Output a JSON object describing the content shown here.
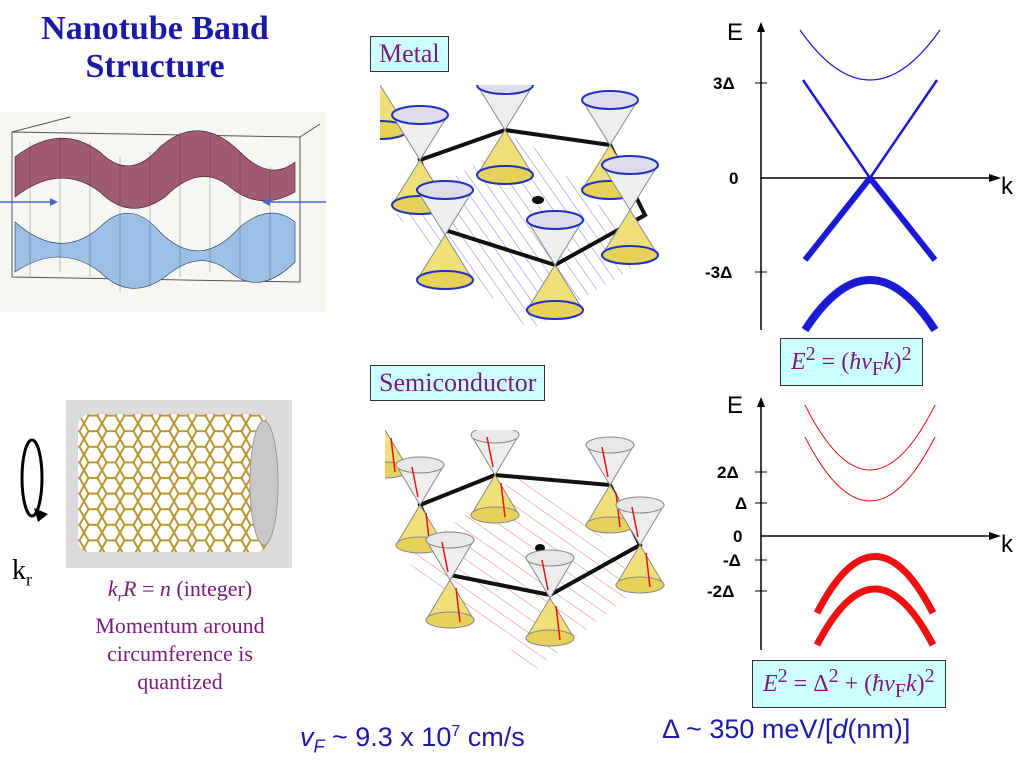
{
  "title": {
    "line1": "Nanotube Band",
    "line2": "Structure"
  },
  "metal": {
    "label": "Metal",
    "equation": "E² = (ħv_Fk)²",
    "axis": {
      "e": "E",
      "k": "k",
      "ticks": [
        "3Δ",
        "0",
        "-3Δ"
      ]
    }
  },
  "semiconductor": {
    "label": "Semiconductor",
    "equation": "E² = Δ² + (ħv_Fk)²",
    "axis": {
      "e": "E",
      "k": "k",
      "ticks": [
        "2Δ",
        "Δ",
        "0",
        "-Δ",
        "-2Δ"
      ]
    }
  },
  "nanotube": {
    "kr_label": "k",
    "kr_sub": "r",
    "caption_line1": "k_rR = n (integer)",
    "caption_line2": "Momentum around",
    "caption_line3": "circumference is",
    "caption_line4": "quantized"
  },
  "footer": {
    "vf": "v_F ~ 9.3 x 10⁷ cm/s",
    "delta": "Δ ~ 350 meV/[d(nm)]"
  },
  "colors": {
    "title": "#1a1aa6",
    "label": "#7a1a7a",
    "box": "#ccffff",
    "metal_band": "#1a1ad6",
    "semi_band": "#ee1111"
  }
}
